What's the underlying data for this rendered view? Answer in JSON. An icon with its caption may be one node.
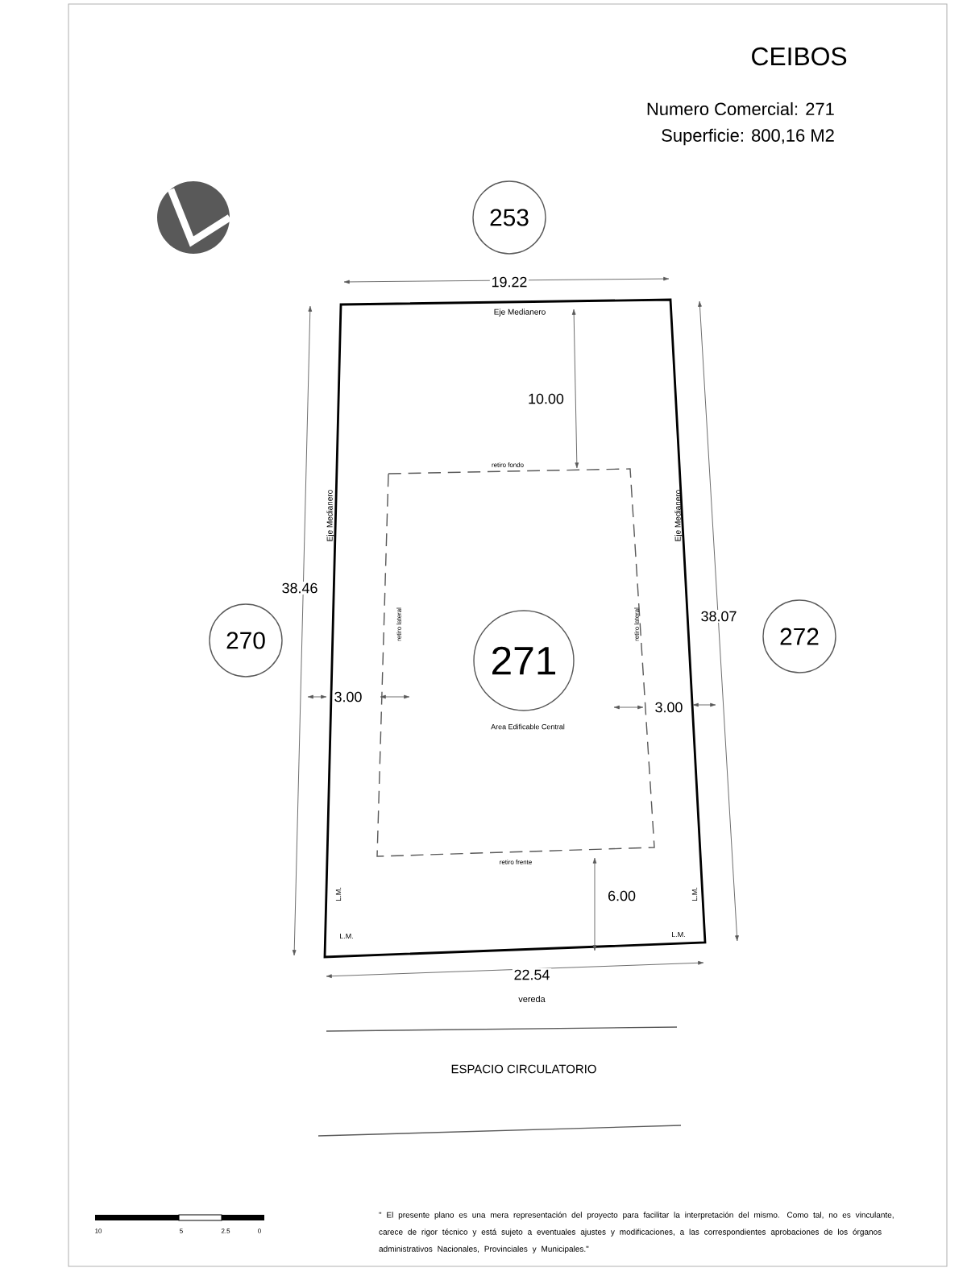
{
  "diagram": {
    "title": "CEIBOS",
    "nodes": [
      {
        "text": [
          "253"
        ]
      },
      {
        "text": [
          "270"
        ]
      },
      {
        "text": [
          "272"
        ]
      },
      {
        "text": [
          "271"
        ]
      },
      {
        "text": [],
        "shape": "circle"
      }
    ],
    "edges": [],
    "labels": [
      "Numero Comercial:  271",
      "Superficie: 800,16 M2",
      "19.22",
      "Eje Medianero",
      "10.00",
      "retiro fondo",
      "Eje Medianero",
      "Eje Medianero",
      "38.46",
      "38.07",
      "retiro lateral",
      "retiro lateral",
      "3.00",
      "3.00",
      "Area Edificable Central",
      "retiro frente",
      "6.00",
      "L.M.",
      "L.M.",
      "L.M.",
      "L.M.",
      "22.54",
      "vereda",
      "ESPACIO CIRCULATORIO",
      "\" El presente plano es una mera representación del proyecto para facilitar la interpretación del mismo. Como tal, no es vinculante, carece de rigor técnico y está sujeto a eventuales ajustes y modificaciones, a las correspondientes aprobaciones de los órganos administrativos Nacionales, Provinciales y Municipales.\"",
      "0",
      "2.5",
      "5",
      "10"
    ]
  }
}
